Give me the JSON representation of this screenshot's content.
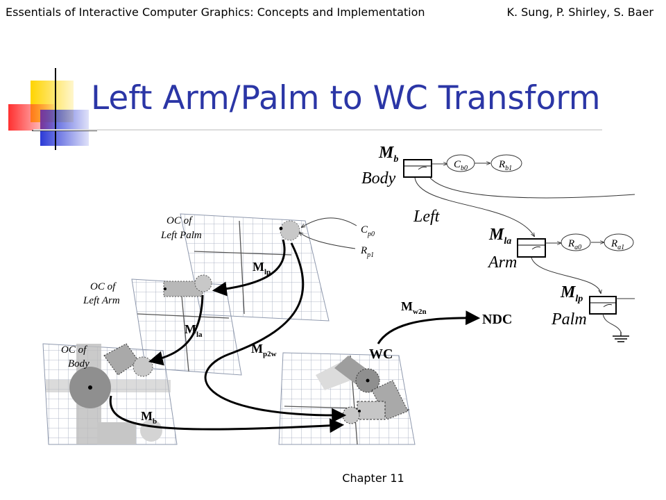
{
  "header": {
    "book_title": "Essentials of Interactive Computer Graphics: Concepts and Implementation",
    "authors": "K. Sung, P. Shirley, S. Baer"
  },
  "slide": {
    "title": "Left Arm/Palm to WC Transform"
  },
  "footer": {
    "chapter": "Chapter 11"
  },
  "scene_graph": {
    "body": {
      "matrix": "M",
      "sub": "b",
      "label": "Body",
      "children": [
        {
          "main": "C",
          "sub": "b0"
        },
        {
          "main": "R",
          "sub": "b1"
        }
      ]
    },
    "edge_label": "Left",
    "arm": {
      "matrix": "M",
      "sub": "la",
      "label": "Arm",
      "children": [
        {
          "main": "R",
          "sub": "a0"
        },
        {
          "main": "R",
          "sub": "a1"
        }
      ]
    },
    "palm": {
      "matrix": "M",
      "sub": "lp",
      "label": "Palm"
    }
  },
  "coordinates": {
    "palm_oc": {
      "line1": "OC of",
      "line2": "Left Palm"
    },
    "arm_oc": {
      "line1": "OC of",
      "line2": "Left Arm"
    },
    "body_oc": {
      "line1": "OC of",
      "line2": "Body"
    },
    "cp0": {
      "main": "C",
      "sub": "p0"
    },
    "rp1": {
      "main": "R",
      "sub": "p1"
    },
    "m_lp": {
      "main": "M",
      "sub": "lp"
    },
    "m_la": {
      "main": "M",
      "sub": "la"
    },
    "m_b": {
      "main": "M",
      "sub": "b"
    },
    "m_p2w": {
      "main": "M",
      "sub": "p2w"
    },
    "m_w2n": {
      "main": "M",
      "sub": "w2n"
    },
    "ndc": "NDC",
    "wc": "WC"
  },
  "colors": {
    "title": "#2b36a6",
    "deco_yellow": "#ffd400",
    "deco_blue": "#2c3ad6",
    "deco_red": "#ff4040"
  }
}
